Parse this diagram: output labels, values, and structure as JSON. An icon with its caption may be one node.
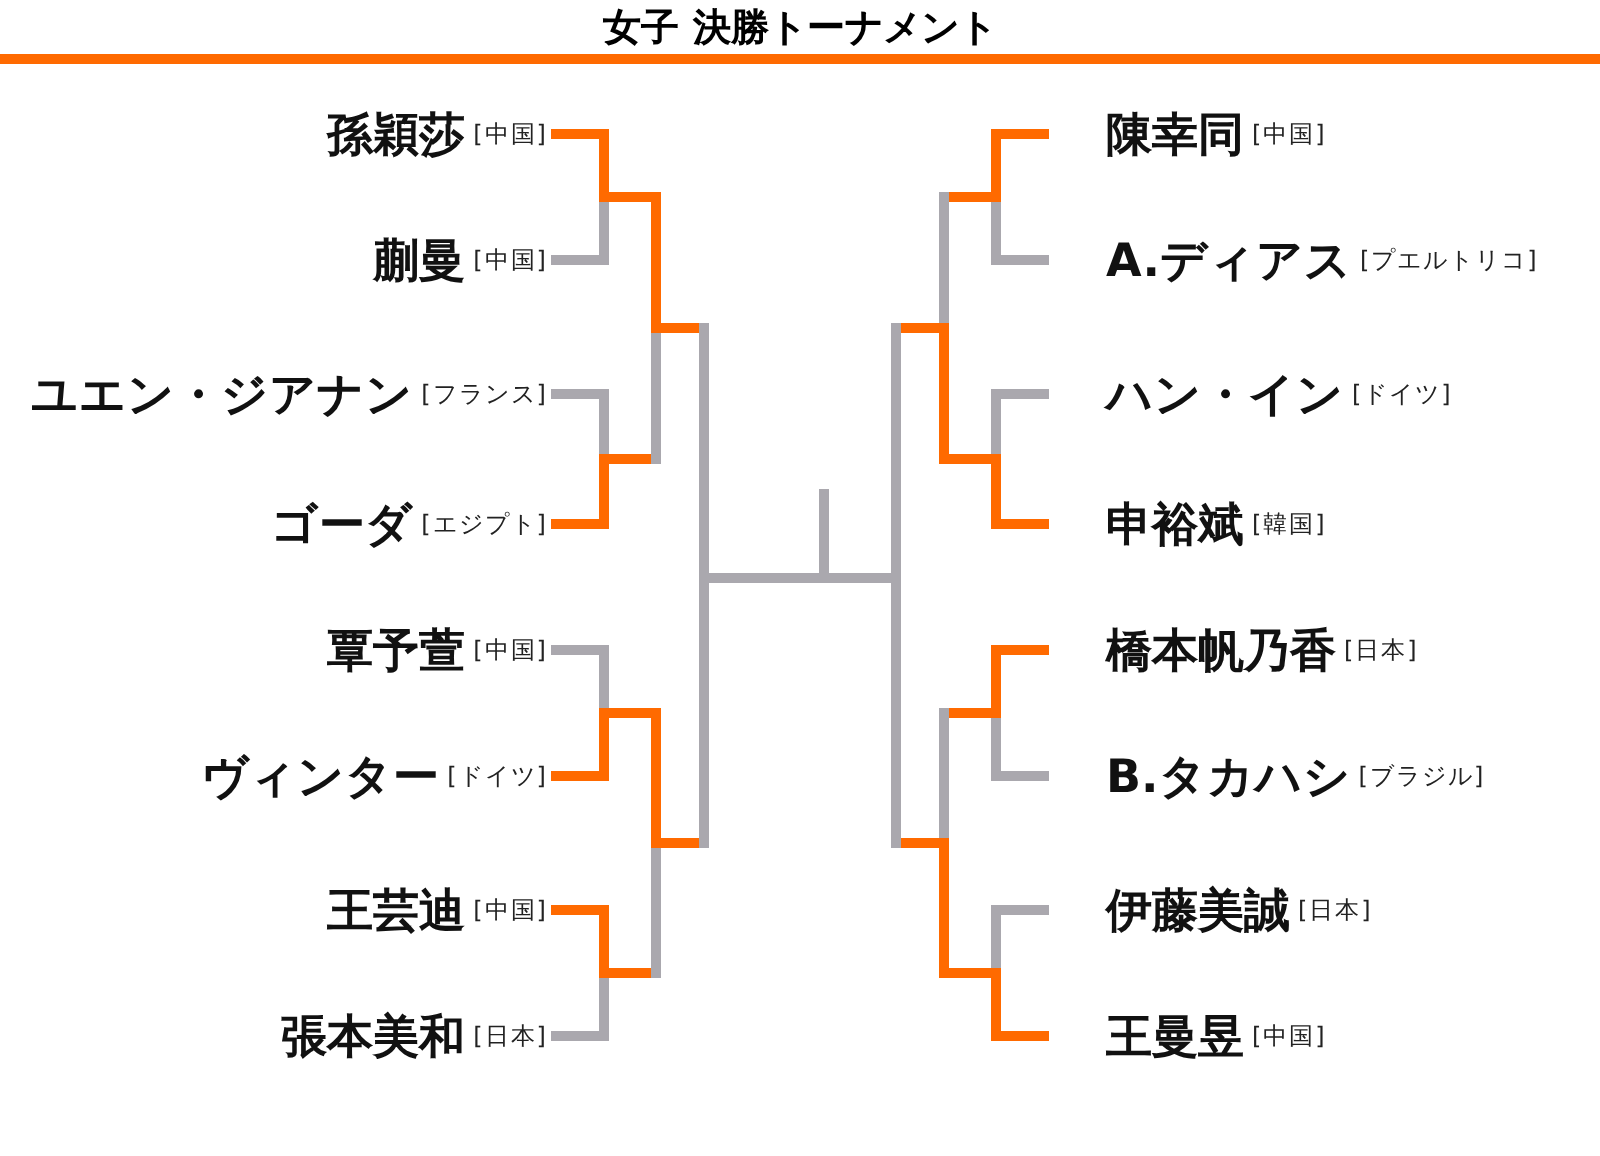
{
  "diagram": {
    "title": "女子 決勝トーナメント",
    "nodes": [
      {
        "text": [
          "孫穎莎",
          "[中国]"
        ]
      },
      {
        "text": [
          "蒯曼",
          "[中国]"
        ]
      },
      {
        "text": [
          "ユエン・ジアナン",
          "[フランス]"
        ]
      },
      {
        "text": [
          "ゴーダ",
          "[エジプト]"
        ]
      },
      {
        "text": [
          "覃予萱",
          "[中国]"
        ]
      },
      {
        "text": [
          "ヴィンター",
          "[ドイツ]"
        ]
      },
      {
        "text": [
          "王芸迪",
          "[中国]"
        ]
      },
      {
        "text": [
          "張本美和",
          "[日本]"
        ]
      },
      {
        "text": [
          "陳幸同",
          "[中国]"
        ]
      },
      {
        "text": [
          "A.ディアス",
          "[プエルトリコ]"
        ]
      },
      {
        "text": [
          "ハン・イン",
          "[ドイツ]"
        ]
      },
      {
        "text": [
          "申裕斌",
          "[韓国]"
        ]
      },
      {
        "text": [
          "橋本帆乃香",
          "[日本]"
        ]
      },
      {
        "text": [
          "B.タカハシ",
          "[ブラジル]"
        ]
      },
      {
        "text": [
          "伊藤美誠",
          "[日本]"
        ]
      },
      {
        "text": [
          "王曼昱",
          "[中国]"
        ]
      }
    ]
  }
}
